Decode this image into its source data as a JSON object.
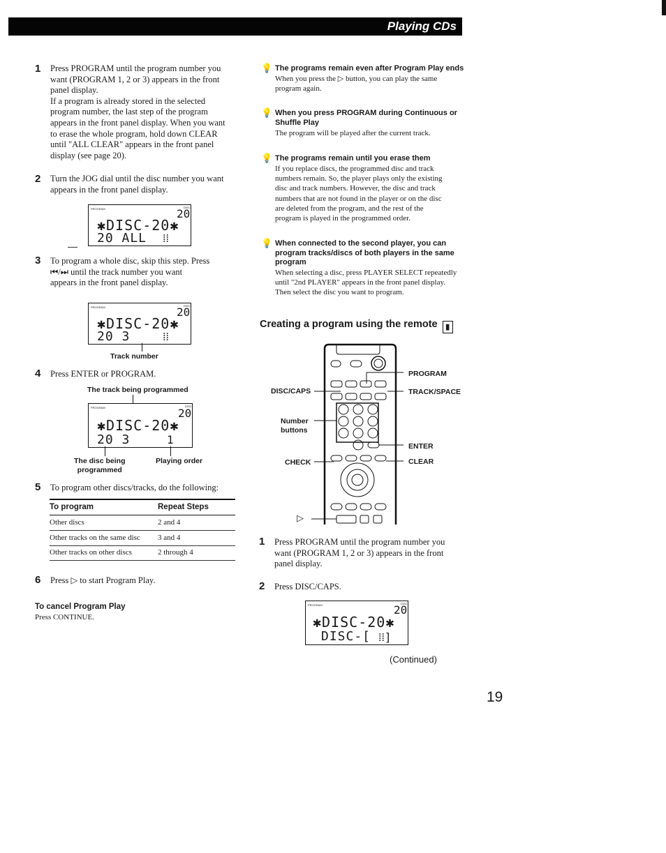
{
  "header": {
    "title": "Playing CDs"
  },
  "left": {
    "step1": {
      "num": "1",
      "lines": [
        "Press PROGRAM until the program number you",
        "want (PROGRAM  1, 2 or 3) appears in the front",
        "panel display.",
        "If a program is already stored in the selected",
        "program number, the last step of the program",
        "appears in the front panel display. When you want",
        "to erase the whole program, hold down CLEAR",
        "until \"ALL CLEAR\" appears in the front panel",
        "display (see page 20)."
      ]
    },
    "step2": {
      "num": "2",
      "lines": [
        "Turn the JOG dial until the disc number you want",
        "appears in the front panel display."
      ]
    },
    "display1": {
      "line1": "✱DISC-20✱",
      "line2": "20 ALL",
      "num": "20"
    },
    "step3": {
      "num": "3",
      "lines": [
        "To program a whole disc, skip this step. Press",
        "⏮/⏭ until the track number you want",
        "appears in the front panel display."
      ]
    },
    "display2": {
      "line1": "✱DISC-20✱",
      "line2": "20  3",
      "num": "20",
      "caption": "Track number"
    },
    "step4": {
      "num": "4",
      "text": "Press ENTER or PROGRAM."
    },
    "display3": {
      "label_top": "The track being programmed",
      "line1": "✱DISC-20✱",
      "line2": "20  3",
      "num": "20",
      "order": "1",
      "label_left": [
        "The disc being",
        "programmed"
      ],
      "label_right": "Playing order"
    },
    "step5": {
      "num": "5",
      "text": "To program other discs/tracks, do the following:"
    },
    "table": {
      "headers": [
        "To program",
        "Repeat Steps"
      ],
      "rows": [
        [
          "Other discs",
          "2 and 4"
        ],
        [
          "Other tracks on the same disc",
          "3 and 4"
        ],
        [
          "Other tracks on other discs",
          "2 through 4"
        ]
      ]
    },
    "step6": {
      "num": "6",
      "text": "Press ▷ to start Program Play."
    },
    "cancel": {
      "title": "To cancel Program Play",
      "text": "Press CONTINUE."
    }
  },
  "right": {
    "tips": [
      {
        "title": [
          "The programs remain even after Program Play ends"
        ],
        "lines": [
          "When you press the ▷ button, you can play the same",
          "program again."
        ]
      },
      {
        "title": [
          "When you press PROGRAM during Continuous or",
          "Shuffle Play"
        ],
        "lines": [
          "The program will be played after the current track."
        ]
      },
      {
        "title": [
          "The programs remain until you erase them"
        ],
        "lines": [
          "If you replace discs, the programmed disc and track",
          "numbers remain. So, the player plays only the existing",
          "disc and track numbers. However, the disc and track",
          "numbers that are not found in the player or on the disc",
          "are deleted from the program, and the rest of the",
          "program is played in the programmed order."
        ]
      },
      {
        "title": [
          "When connected to the second player, you can",
          "program tracks/discs of both players in the same",
          "program"
        ],
        "lines": [
          "When selecting a disc, press PLAYER SELECT repeatedly",
          "until \"2nd PLAYER\" appears in the front panel display.",
          "Then select the disc you want to program."
        ]
      }
    ],
    "section_title": "Creating a program using the remote",
    "remote_labels": {
      "program": "PROGRAM",
      "track_space": "TRACK/SPACE",
      "disc_caps": "DISC/CAPS",
      "number_buttons": [
        "Number",
        "buttons"
      ],
      "enter": "ENTER",
      "check": "CHECK",
      "clear": "CLEAR",
      "play": "▷"
    },
    "step1": {
      "num": "1",
      "lines": [
        "Press PROGRAM until the program number you",
        "want (PROGRAM 1, 2 or 3) appears in the front",
        "panel display."
      ]
    },
    "step2": {
      "num": "2",
      "text": "Press DISC/CAPS."
    },
    "display4": {
      "line1": "✱DISC-20✱",
      "line2": "DISC-[",
      "num": "20"
    },
    "continued": "(Continued)",
    "page_number": "19"
  }
}
